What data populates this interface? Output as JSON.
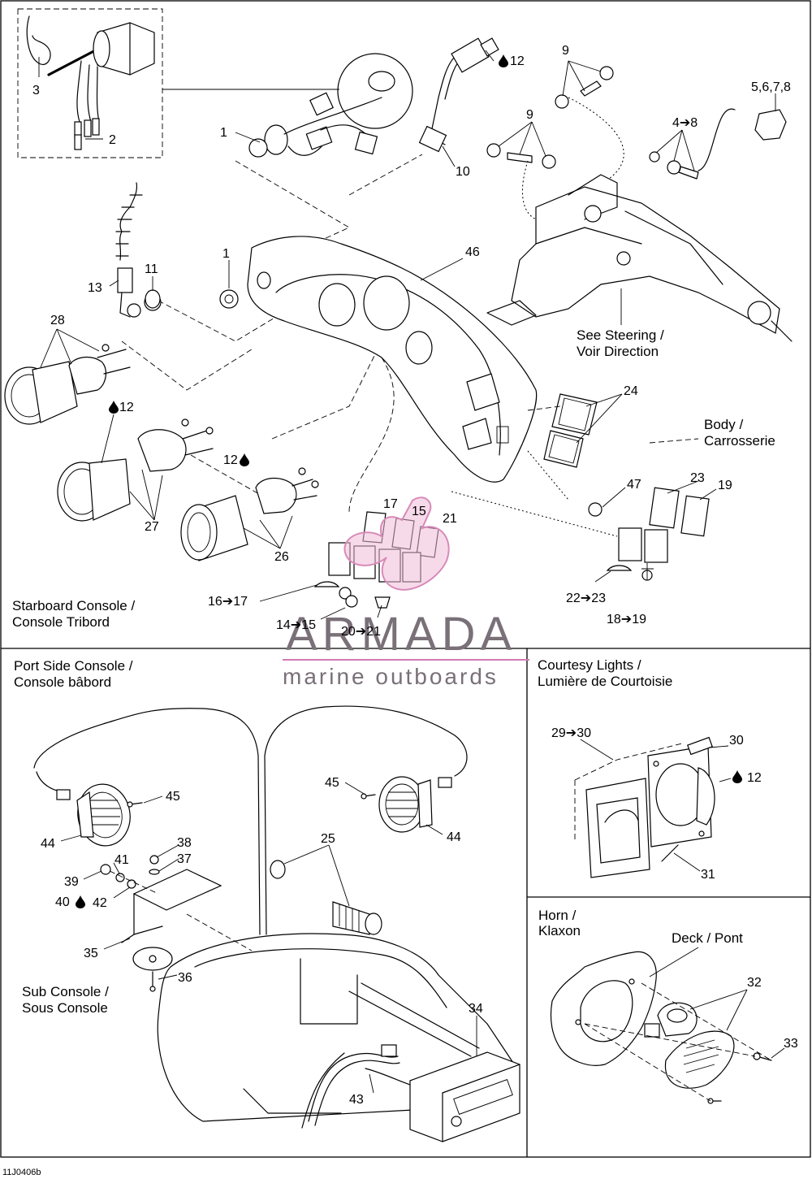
{
  "sections": {
    "starboard": "Starboard Console /\nConsole Tribord",
    "starboard_l1": "Starboard Console /",
    "starboard_l2": "Console Tribord",
    "port_l1": "Port Side Console /",
    "port_l2": "Console bâbord",
    "courtesy_l1": "Courtesy Lights /",
    "courtesy_l2": "Lumière de Courtoisie",
    "horn_l1": "Horn /",
    "horn_l2": "Klaxon"
  },
  "callouts": {
    "steering_l1": "See  Steering /",
    "steering_l2": "Voir Direction",
    "body_l1": "Body /",
    "body_l2": "Carrosserie",
    "subconsole_l1": "Sub Console /",
    "subconsole_l2": "Sous Console",
    "deck": "Deck / Pont"
  },
  "parts": {
    "p3": "3",
    "p2": "2",
    "p1a": "1",
    "p1b": "1",
    "p12a": "12",
    "p9a": "9",
    "p9b": "9",
    "p5678": "5,6,7,8",
    "p48": "4➔8",
    "p10": "10",
    "p46": "46",
    "p13": "13",
    "p11": "11",
    "p28": "28",
    "p12b": "12",
    "p12c": "12",
    "p27": "27",
    "p26": "26",
    "p24": "24",
    "p47": "47",
    "p23": "23",
    "p19": "19",
    "p17": "17",
    "p15": "15",
    "p21": "21",
    "p16_17": "16➔17",
    "p14_15": "14➔15",
    "p20_21": "20➔21",
    "p22_23": "22➔23",
    "p18_19": "18➔19",
    "p45a": "45",
    "p44a": "44",
    "p45b": "45",
    "p44b": "44",
    "p38": "38",
    "p37": "37",
    "p41": "41",
    "p39": "39",
    "p40": "40",
    "p42": "42",
    "p35": "35",
    "p36": "36",
    "p25": "25",
    "p34": "34",
    "p43": "43",
    "p29_30": "29➔30",
    "p30": "30",
    "p12d": "12",
    "p31": "31",
    "p32": "32",
    "p33": "33"
  },
  "watermark": {
    "brand": "ARMADA",
    "tagline": "marine outboards",
    "color": "#d27ab2"
  },
  "figure_code": "11J0406b",
  "icons": {
    "sealant": "drop-icon"
  }
}
